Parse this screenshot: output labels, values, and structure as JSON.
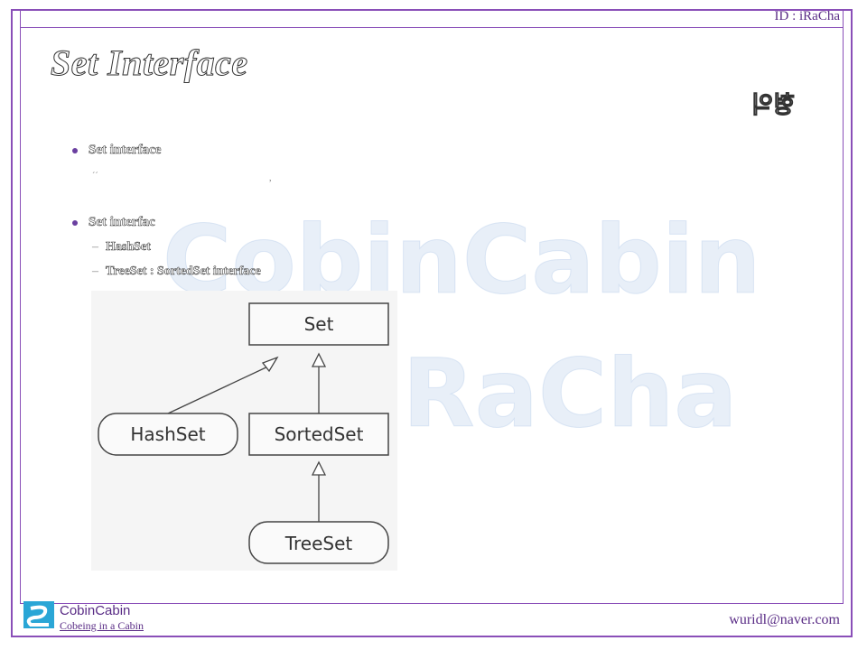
{
  "header": {
    "id_label": "ID : iRaCha"
  },
  "slide": {
    "title": "Set Interface",
    "author": "형익",
    "watermark_line1": "CobinCabin",
    "watermark_line2": "iRaCha"
  },
  "bullets": [
    {
      "text": "Set interface",
      "sub": [
        "´´",
        ","
      ]
    },
    {
      "text": "Set interfac",
      "sub_items": [
        "HashSet",
        "TreeSet : SortedSet interface"
      ]
    }
  ],
  "diagram": {
    "nodes": {
      "set": "Set",
      "hashset": "HashSet",
      "sortedset": "SortedSet",
      "treeset": "TreeSet"
    }
  },
  "footer": {
    "brand": "CobinCabin",
    "brand_sub": "Cobeing in a Cabin",
    "email": "wuridl@naver.com"
  },
  "colors": {
    "frame": "#8a4fb8",
    "brand": "#5a2d86",
    "logo": "#2aa6d6"
  }
}
